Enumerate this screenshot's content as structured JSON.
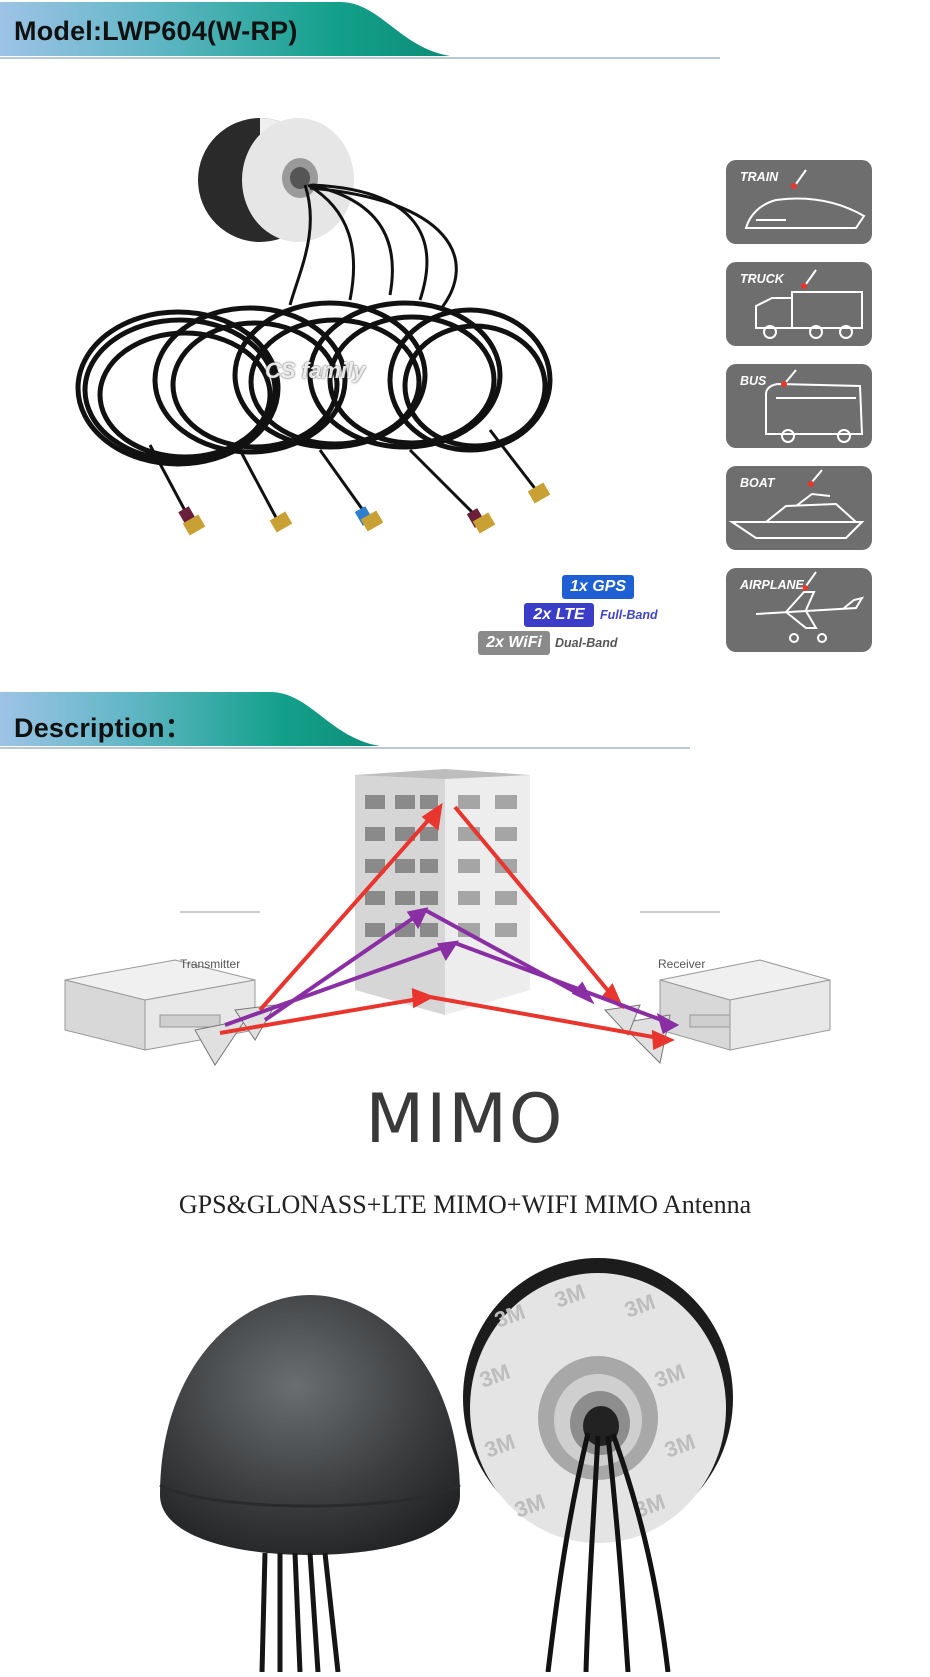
{
  "header_model": {
    "title": "Model:LWP604(W-RP)"
  },
  "header_description": {
    "title": "Description："
  },
  "product_image": {
    "watermark": "CS  family"
  },
  "badges": {
    "gps": "1x GPS",
    "lte": "2x LTE",
    "lte_note": "Full-Band",
    "wifi": "2x WiFi",
    "wifi_note": "Dual-Band"
  },
  "applications": [
    "TRAIN",
    "TRUCK",
    "BUS",
    "BOAT",
    "AIRPLANE"
  ],
  "diagram": {
    "transmitter_label": "Transmitter",
    "receiver_label": "Receiver",
    "caption": "MIMO"
  },
  "product_line": "GPS&GLONASS+LTE MIMO+WIFI MIMO Antenna",
  "colors": {
    "header_teal": "#1aa58f",
    "header_blue": "#86b4dc",
    "gps_badge": "#1e5fd4",
    "lte_badge": "#3b3dc9",
    "lte_note": "#4046c8",
    "wifi_badge": "#8a8a8a",
    "wifi_note": "#555555",
    "signal_red": "#e8352e",
    "signal_purple": "#8a2fa3",
    "card_grey": "#6e6e6e"
  }
}
